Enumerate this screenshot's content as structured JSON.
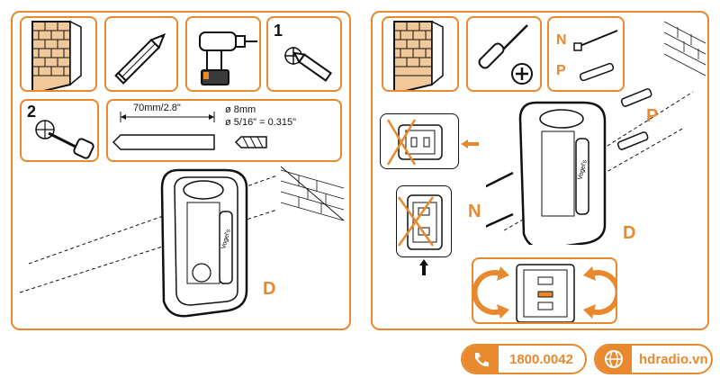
{
  "brand": {
    "accent": "#e8892e",
    "line": "#111111"
  },
  "left_panel": {
    "tools": [
      "brick-wall",
      "pencil",
      "power-drill",
      "mark-wall"
    ],
    "step1": "1",
    "step2": "2",
    "depth": "70mm/2.8\"",
    "dia_mm": "ø 8mm",
    "dia_in": "ø 5/16\" = 0.315\"",
    "bracket_letter": "D"
  },
  "right_panel": {
    "label_n": "N",
    "label_p": "P",
    "label_n_big": "N",
    "label_p_big": "P",
    "bracket_letter": "D"
  },
  "footer": {
    "phone": "1800.0042",
    "website": "hdradio.vn"
  }
}
